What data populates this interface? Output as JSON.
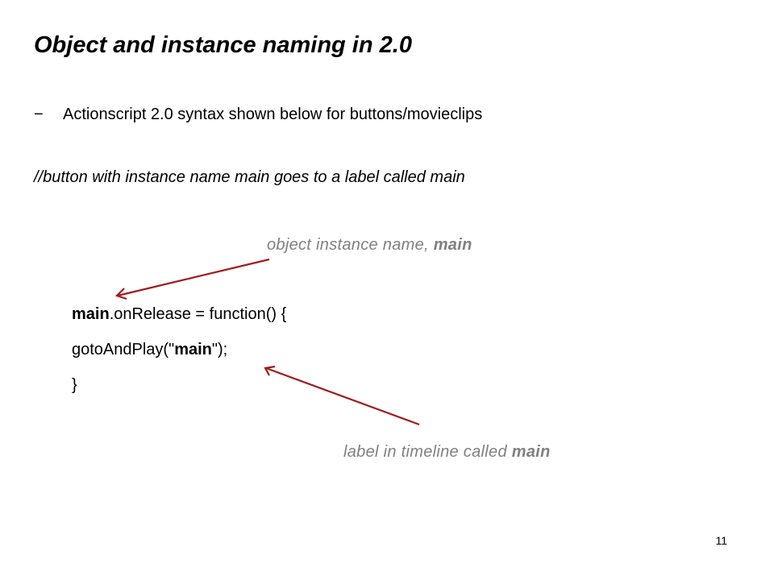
{
  "slide": {
    "title": "Object and instance naming in 2.0",
    "bullet": {
      "marker": "−",
      "text": "Actionscript 2.0 syntax shown below for buttons/movieclips"
    },
    "comment": "//button with instance name main goes to a label called main",
    "annotation_instance": {
      "prefix": "object instance name, ",
      "emphasis": "main"
    },
    "code": {
      "line1_bold": "main",
      "line1_rest": ".onRelease = function() {",
      "line2_pre": "gotoAndPlay(\"",
      "line2_bold": "main",
      "line2_post": "\");",
      "line3": "}"
    },
    "annotation_label": {
      "prefix": "label in timeline called ",
      "emphasis": "main"
    },
    "page_number": "11",
    "colors": {
      "text": "#000000",
      "annotation": "#808080",
      "arrow": "#a01c1c"
    }
  }
}
